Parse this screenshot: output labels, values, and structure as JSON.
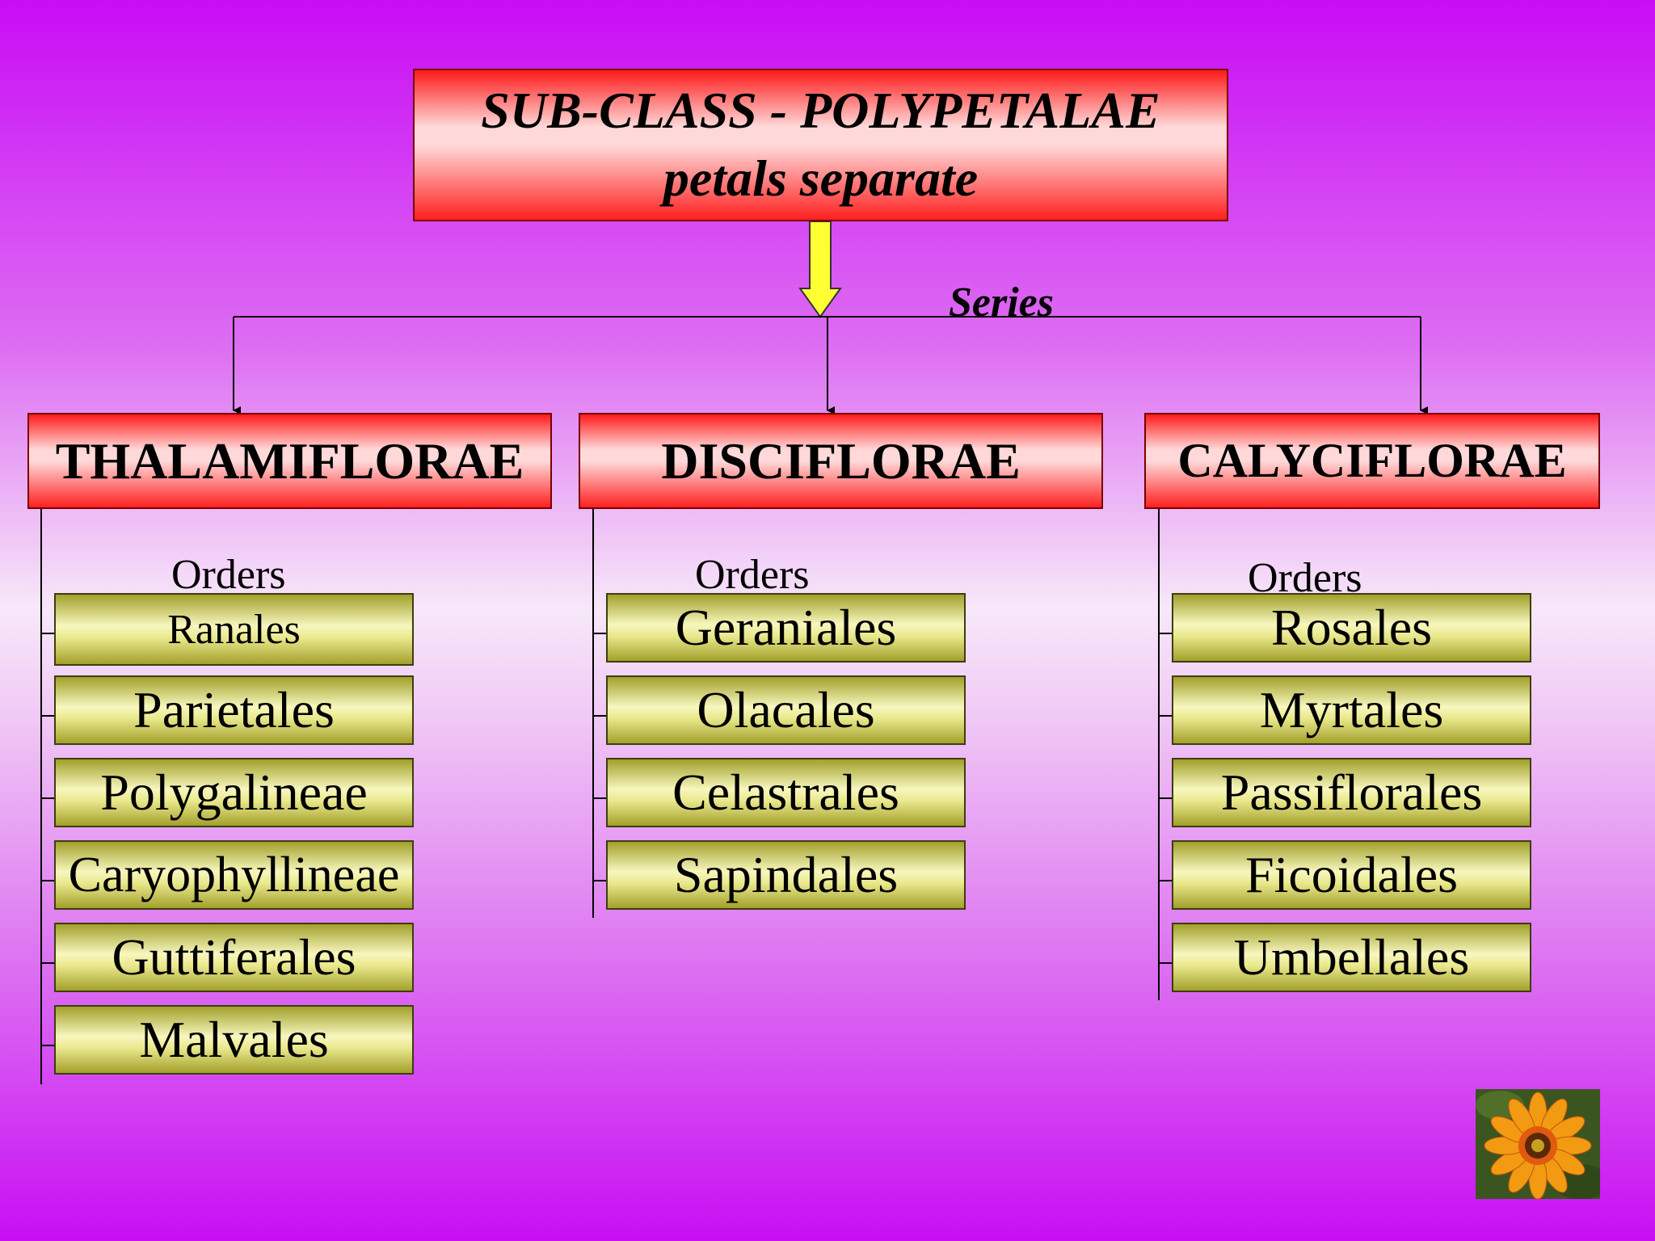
{
  "title": {
    "line1": "SUB-CLASS - POLYPETALAE",
    "line2": "petals separate"
  },
  "series_label": "Series",
  "series": [
    {
      "name": "THALAMIFLORAE",
      "orders_label": "Orders",
      "orders": [
        "Ranales",
        "Parietales",
        "Polygalineae",
        "Caryophyllineae",
        "Guttiferales",
        "Malvales"
      ]
    },
    {
      "name": "DISCIFLORAE",
      "orders_label": "Orders",
      "orders": [
        "Geraniales",
        "Olacales",
        "Celastrales",
        "Sapindales"
      ]
    },
    {
      "name": "CALYCIFLORAE",
      "orders_label": "Orders",
      "orders": [
        "Rosales",
        "Myrtales",
        "Passiflorales",
        "Ficoidales",
        "Umbellales"
      ]
    }
  ],
  "colors": {
    "background_top": "#c90cf5",
    "background_middle": "#f7e8f9",
    "box_red": "#ff1a1a",
    "box_olive": "#a2a02a",
    "arrow_yellow": "#ffff33"
  },
  "icons": {
    "decoration": "gazania-flower-photo"
  }
}
